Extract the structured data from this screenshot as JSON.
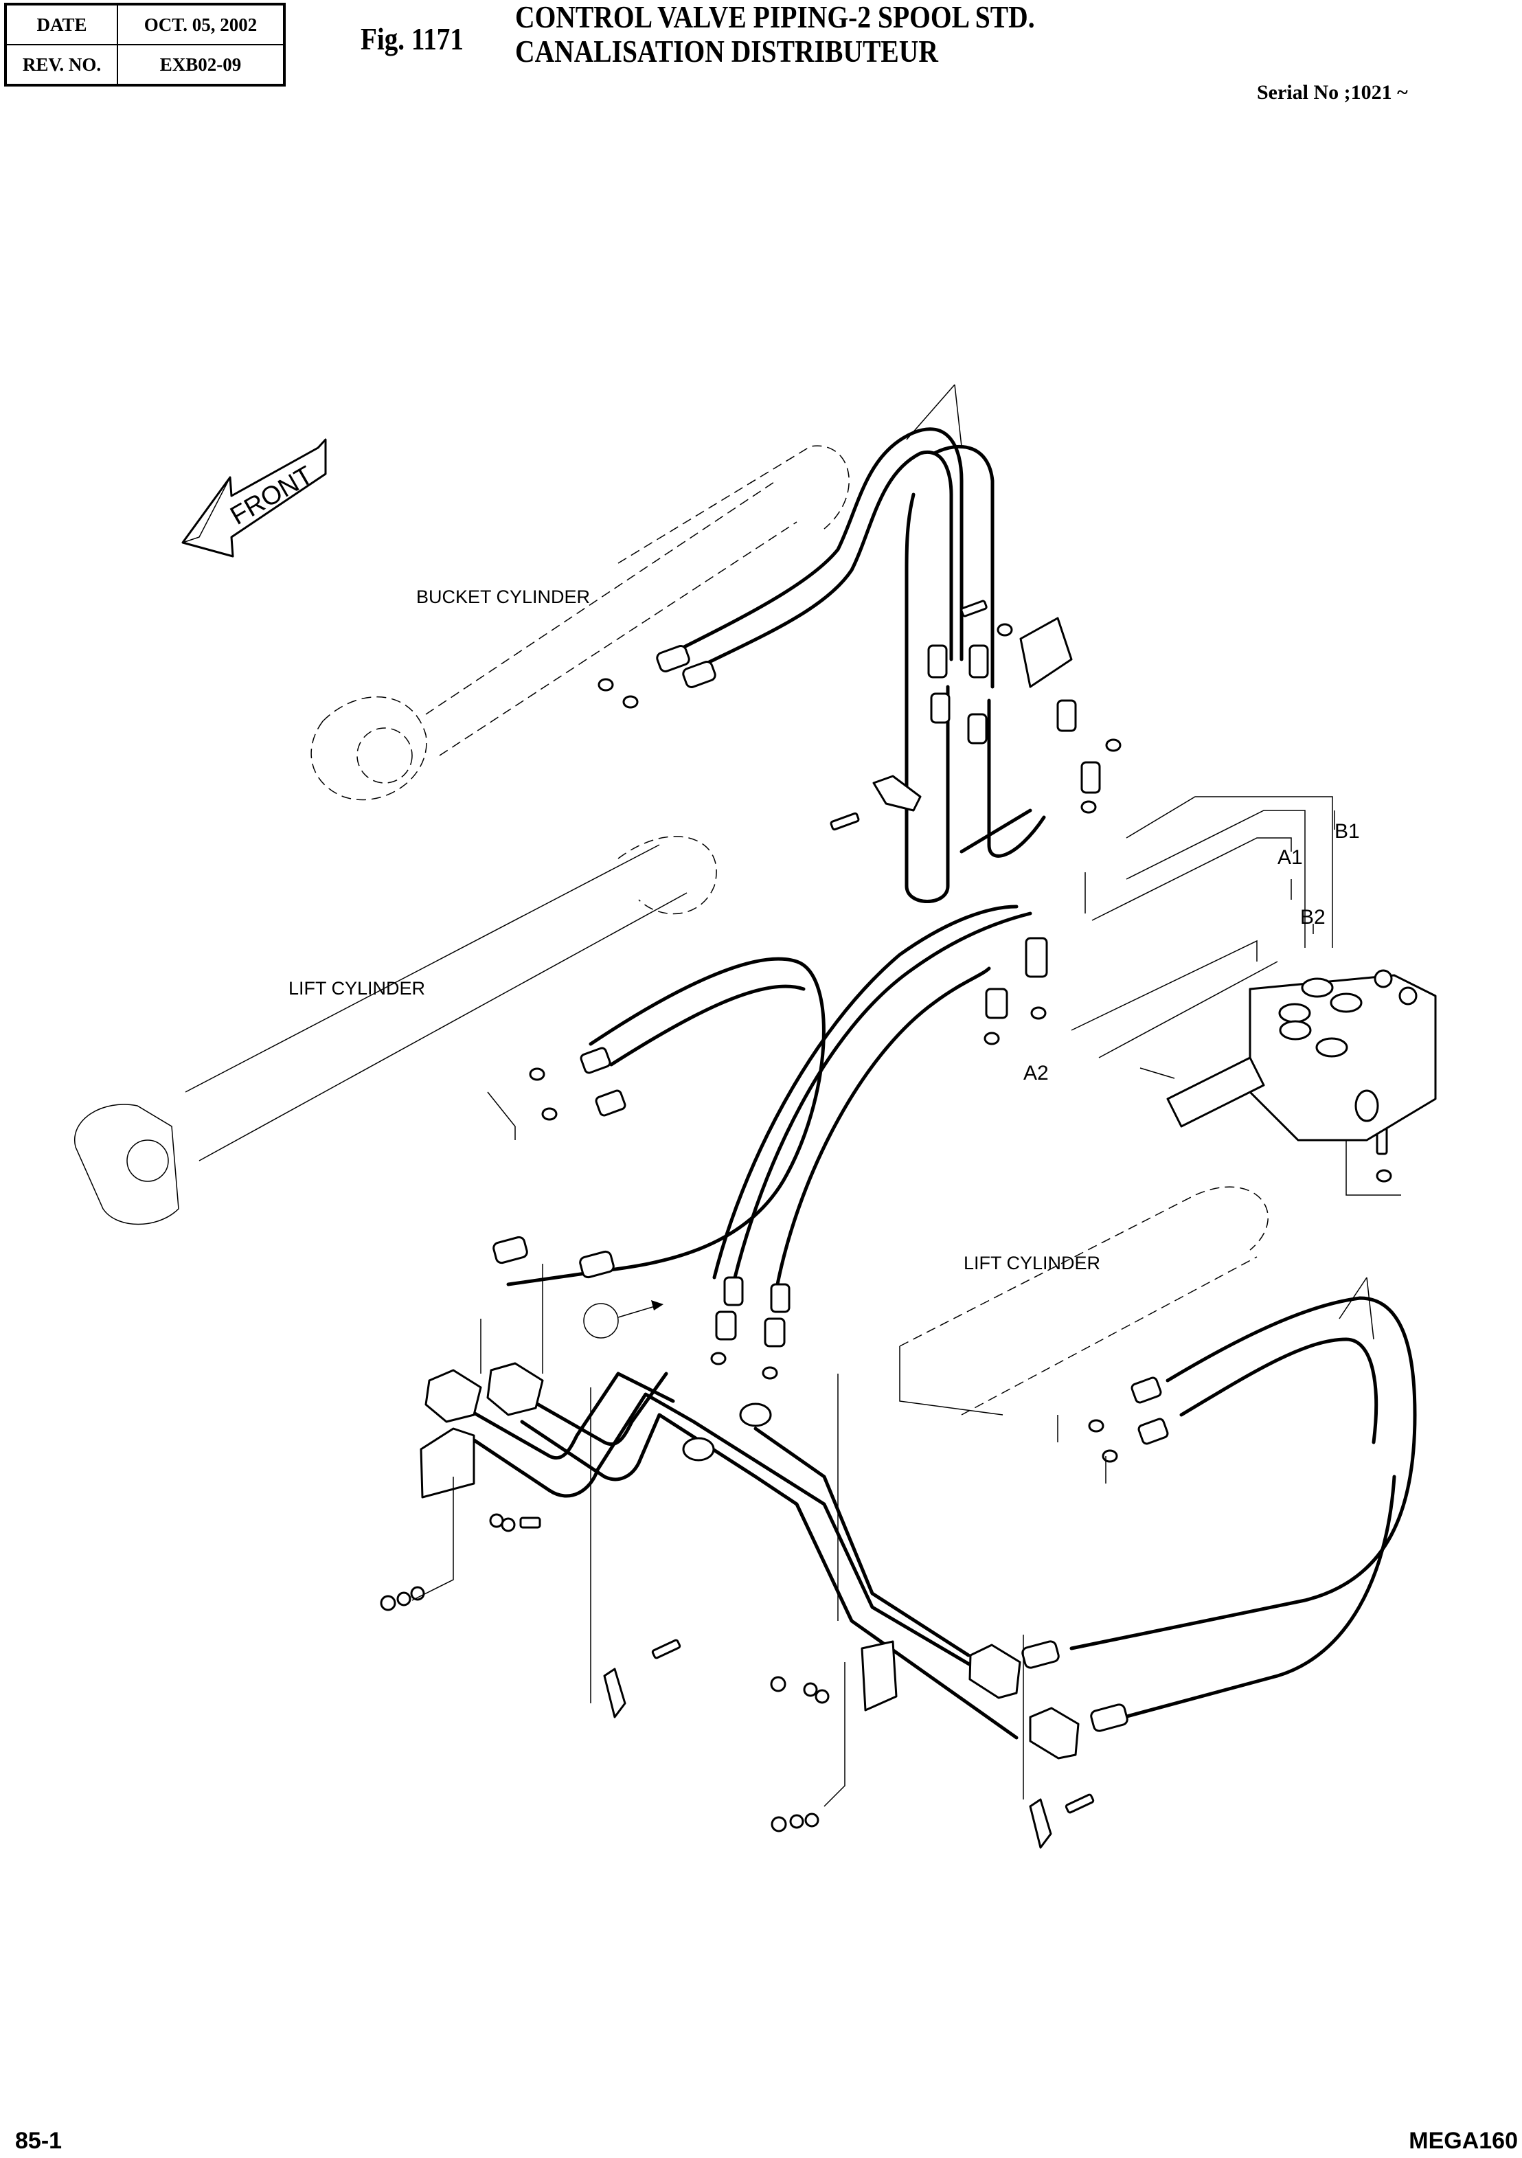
{
  "header": {
    "date_label": "DATE",
    "date_value": "OCT. 05, 2002",
    "rev_label": "REV. NO.",
    "rev_value": "EXB02-09",
    "figure_number": "Fig. 1171",
    "title_en": "CONTROL VALVE PIPING-2 SPOOL STD.",
    "title_fr": "CANALISATION DISTRIBUTEUR",
    "serial": "Serial No ;1021 ~"
  },
  "drawing": {
    "direction_arrow": "FRONT",
    "component_labels": {
      "bucket_cylinder": "BUCKET CYLINDER",
      "lift_cylinder_left": "LIFT CYLINDER",
      "lift_cylinder_right": "LIFT CYLINDER"
    },
    "port_labels": {
      "a1": "A1",
      "b1": "B1",
      "b2": "B2",
      "a2": "A2"
    }
  },
  "footer": {
    "page_number": "85-1",
    "model": "MEGA160"
  }
}
